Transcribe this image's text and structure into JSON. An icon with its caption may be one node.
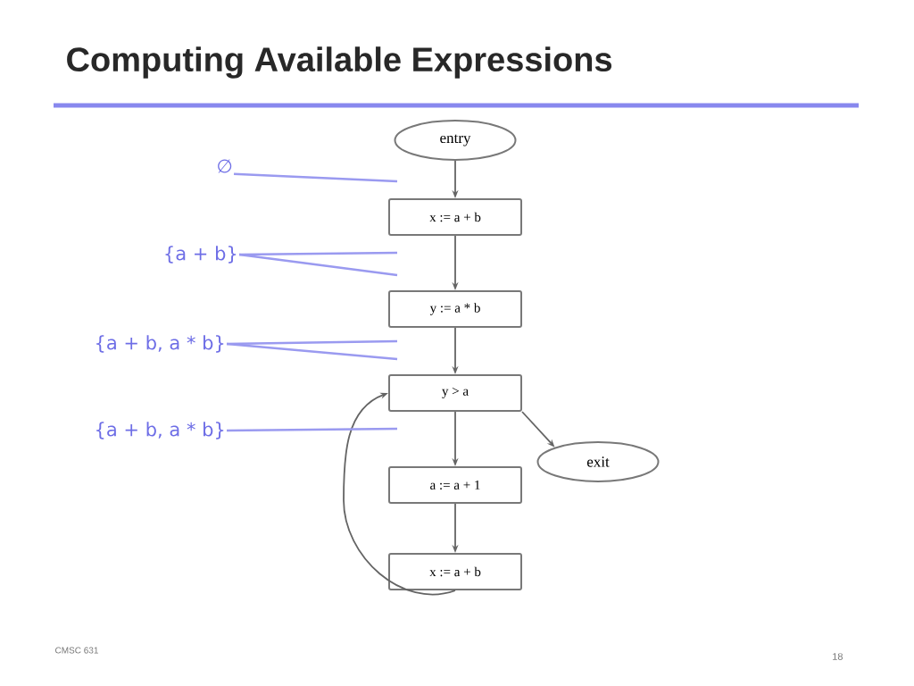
{
  "diagram": {
    "title": "Computing Available Expressions",
    "nodes": [
      {
        "text": [
          "entry"
        ]
      },
      {
        "text": [
          "x := a + b"
        ]
      },
      {
        "text": [
          "y := a * b"
        ]
      },
      {
        "text": [
          "y > a"
        ]
      },
      {
        "text": [
          "exit"
        ]
      },
      {
        "text": [
          "a := a + 1"
        ]
      },
      {
        "text": [
          "x := a + b"
        ]
      },
      {
        "text": [
          "∅"
        ]
      },
      {
        "text": [
          "{a + b}"
        ]
      },
      {
        "text": [
          "{a + b, a * b}"
        ]
      },
      {
        "text": [
          "{a + b, a * b}"
        ]
      }
    ],
    "edges": [
      {
        "from": 0,
        "to": 1,
        "arrow": "to"
      },
      {
        "from": 1,
        "to": 2,
        "arrow": "to"
      },
      {
        "from": 2,
        "to": 3,
        "arrow": "to"
      },
      {
        "from": 3,
        "to": 5,
        "arrow": "to"
      },
      {
        "from": 3,
        "to": 4,
        "arrow": "to"
      },
      {
        "from": 5,
        "to": 6,
        "arrow": "to"
      },
      {
        "from": 6,
        "to": 3,
        "arrow": "to"
      },
      {
        "from": 7,
        "to": null,
        "arrow": "none",
        "color": "#9a9af0"
      },
      {
        "from": 8,
        "to": null,
        "arrow": "none",
        "color": "#9a9af0"
      },
      {
        "from": 8,
        "to": null,
        "arrow": "none",
        "color": "#9a9af0"
      },
      {
        "from": 9,
        "to": null,
        "arrow": "none",
        "color": "#9a9af0"
      },
      {
        "from": 9,
        "to": null,
        "arrow": "none",
        "color": "#9a9af0"
      },
      {
        "from": 10,
        "to": null,
        "arrow": "none",
        "color": "#9a9af0"
      }
    ],
    "labels": [
      "CMSC 631",
      "18"
    ]
  }
}
